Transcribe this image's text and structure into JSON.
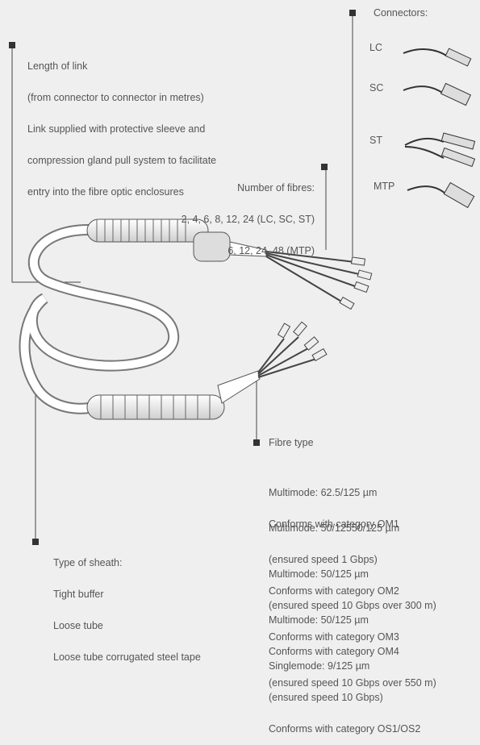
{
  "connectors": {
    "title": "Connectors:",
    "types": [
      "LC",
      "SC",
      "ST",
      "MTP"
    ]
  },
  "link_length": {
    "lines": [
      "Length of link",
      "(from connector to connector in metres)",
      "Link supplied with protective sleeve and",
      "compression gland pull system to facilitate",
      "entry into the fibre optic enclosures"
    ]
  },
  "fibres": {
    "lines": [
      "Number of fibres:",
      "2, 4, 6, 8, 12, 24 (LC, SC, ST)",
      "6, 12, 24, 48 (MTP)"
    ]
  },
  "fibre_type": {
    "title": "Fibre type",
    "groups": [
      [
        "Multimode: 62.5/125 µm",
        "Conforms with category OM1"
      ],
      [
        "Multimode: 50/12550/125 µm",
        "(ensured speed 1 Gbps)",
        "Conforms with category OM2"
      ],
      [
        "Multimode: 50/125 µm",
        "(ensured speed 10 Gbps over 300 m)",
        "Conforms with category OM3"
      ],
      [
        "Multimode: 50/125 µm",
        "Conforms with category OM4",
        "(ensured speed 10 Gbps over 550 m)"
      ],
      [
        "Singlemode: 9/125 µm",
        "(ensured speed 10 Gbps)",
        "Conforms with category OS1/OS2"
      ]
    ]
  },
  "sheath": {
    "lines": [
      "Type of sheath:",
      "Tight buffer",
      "Loose tube",
      "Loose tube corrugated steel tape"
    ]
  }
}
